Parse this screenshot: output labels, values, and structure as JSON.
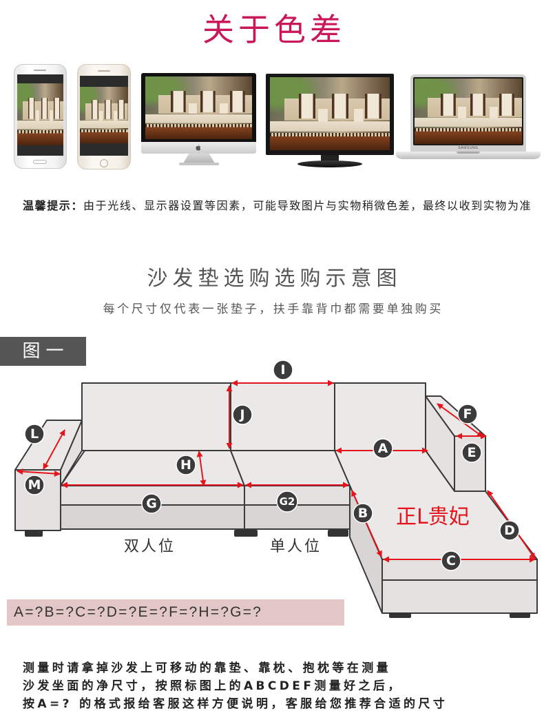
{
  "color_notice": {
    "title": "关于色差",
    "laptop_brand": "SAMSUNG",
    "tip_label": "温馨提示：",
    "tip_text": "由于光线、显示器设置等因素，可能导致图片与实物稍微色差，最终以收到实物为准"
  },
  "guide": {
    "title": "沙发垫选购选购示意图",
    "subtitle": "每个尺寸仅代表一张垫子，扶手靠背巾都需要单独购买",
    "figure_tag": "图一",
    "diagram": {
      "markers": {
        "I": "I",
        "J": "J",
        "L": "L",
        "M": "M",
        "F": "F",
        "E": "E",
        "A": "A",
        "H": "H",
        "G": "G",
        "G2": "G2",
        "B": "B",
        "D": "D",
        "C": "C"
      },
      "double_seat_label": "双人位",
      "single_seat_label": "单人位",
      "chaise_label": "正L贵妃"
    },
    "formula": "A=?B=?C=?D=?E=?F=?H=?G=?",
    "instructions": [
      "测量时请拿掉沙发上可移动的靠垫、靠枕、抱枕等在测量",
      "沙发坐面的净尺寸，按照标图上的ABCDEF测量好之后，",
      "按A=? 的格式报给客服这样方便说明，客服给您推荐合适的尺寸"
    ]
  },
  "icons": [
    "apple-logo-icon"
  ],
  "colors": {
    "title": "#c9175a",
    "arrow": "#e3141b",
    "chaise_label": "#e6121c",
    "figure_tag_bg": "#555555",
    "formula_bg": "#e3c6c6",
    "marker_fill": "#3b3b3b"
  }
}
